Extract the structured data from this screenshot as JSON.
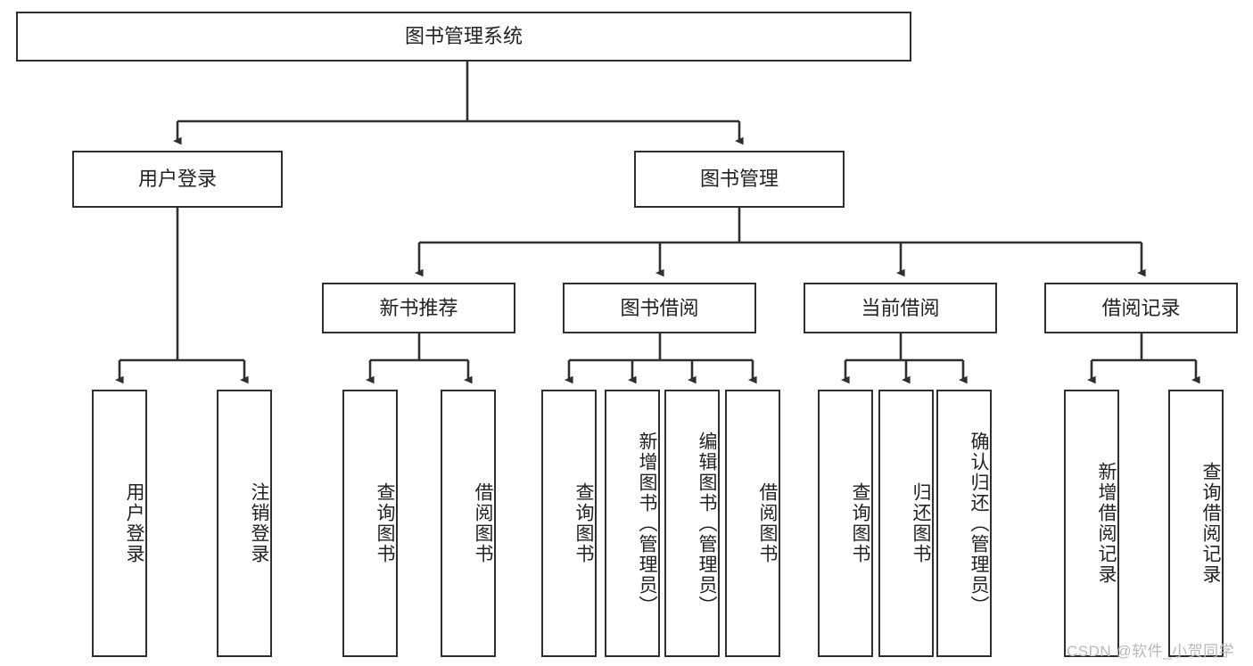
{
  "diagram": {
    "title": "图书管理系统",
    "type": "tree-hierarchy-diagram",
    "root": {
      "label": "图书管理系统"
    },
    "level2": [
      {
        "label": "用户登录"
      },
      {
        "label": "图书管理"
      }
    ],
    "level3": [
      {
        "label": "新书推荐"
      },
      {
        "label": "图书借阅"
      },
      {
        "label": "当前借阅"
      },
      {
        "label": "借阅记录"
      }
    ],
    "leaves": {
      "user_login": [
        {
          "label": "用户登录"
        },
        {
          "label": "注销登录"
        }
      ],
      "new_book_recommend": [
        {
          "label": "查询图书"
        },
        {
          "label": "借阅图书"
        }
      ],
      "book_borrow": [
        {
          "label": "查询图书"
        },
        {
          "label": "新增图书（管理员）"
        },
        {
          "label": "编辑图书（管理员）"
        },
        {
          "label": "借阅图书"
        }
      ],
      "current_borrow": [
        {
          "label": "查询图书"
        },
        {
          "label": "归还图书"
        },
        {
          "label": "确认归还（管理员）"
        }
      ],
      "borrow_record": [
        {
          "label": "新增借阅记录"
        },
        {
          "label": "查询借阅记录"
        }
      ]
    }
  },
  "watermark": {
    "text": "CSDN @软件_小贺同学"
  },
  "colors": {
    "box_border": "#2f2f2f",
    "box_fill": "#ffffff",
    "text": "#222222",
    "edge": "#2f2f2f",
    "watermark": "#b9b9b9",
    "background": "#ffffff"
  }
}
